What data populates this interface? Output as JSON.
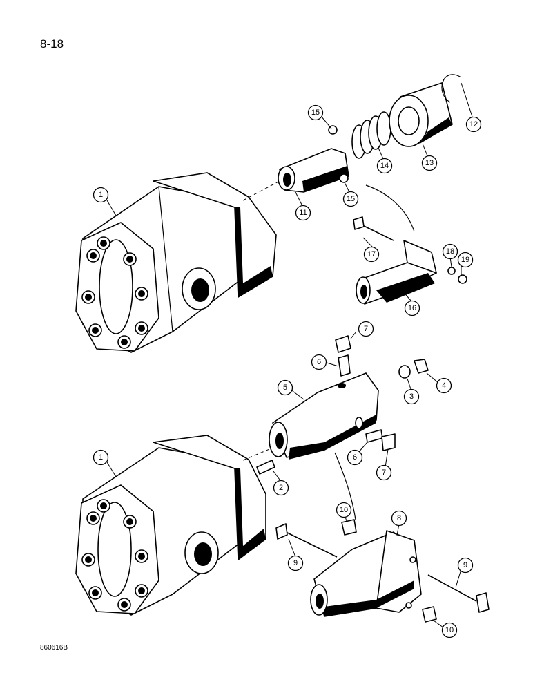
{
  "page_number": "8-18",
  "drawing_code": "860616B",
  "callouts": [
    "1",
    "11",
    "12",
    "13",
    "14",
    "15",
    "15",
    "16",
    "17",
    "18",
    "19",
    "1",
    "2",
    "3",
    "4",
    "5",
    "6",
    "6",
    "7",
    "7",
    "8",
    "9",
    "9",
    "10",
    "10"
  ]
}
